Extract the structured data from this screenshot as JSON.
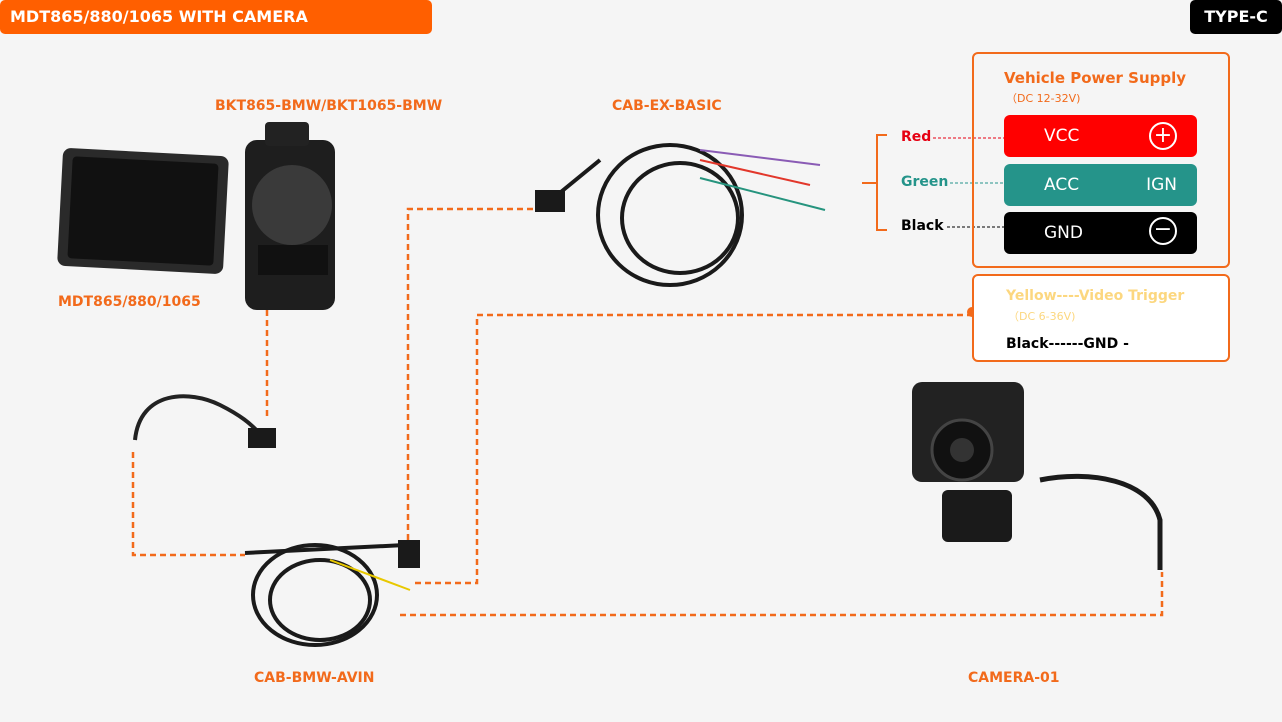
{
  "header": {
    "title": "MDT865/880/1065 WITH CAMERA",
    "badge": "TYPE-C"
  },
  "components": {
    "tablet": "MDT865/880/1065",
    "bracket": "BKT865-BMW/BKT1065-BMW",
    "power_cable": "CAB-EX-BASIC",
    "avin_cable": "CAB-BMW-AVIN",
    "camera": "CAMERA-01"
  },
  "power_panel": {
    "title": "Vehicle Power Supply",
    "subtitle": "（DC 12-32V)",
    "rows": [
      {
        "wire": "Red",
        "label": "VCC",
        "symbol": "plus-icon",
        "color": "#ff0000"
      },
      {
        "wire": "Green",
        "label": "ACC",
        "right": "IGN",
        "color": "#25948a"
      },
      {
        "wire": "Black",
        "label": "GND",
        "symbol": "minus-icon",
        "color": "#000000"
      }
    ]
  },
  "trigger_panel": {
    "title": "Yellow----Video Trigger",
    "subtitle": "（DC 6-36V)",
    "gnd": "Black------GND -"
  },
  "colors": {
    "accent": "#f26a1b",
    "yellow": "#fcd77f"
  }
}
